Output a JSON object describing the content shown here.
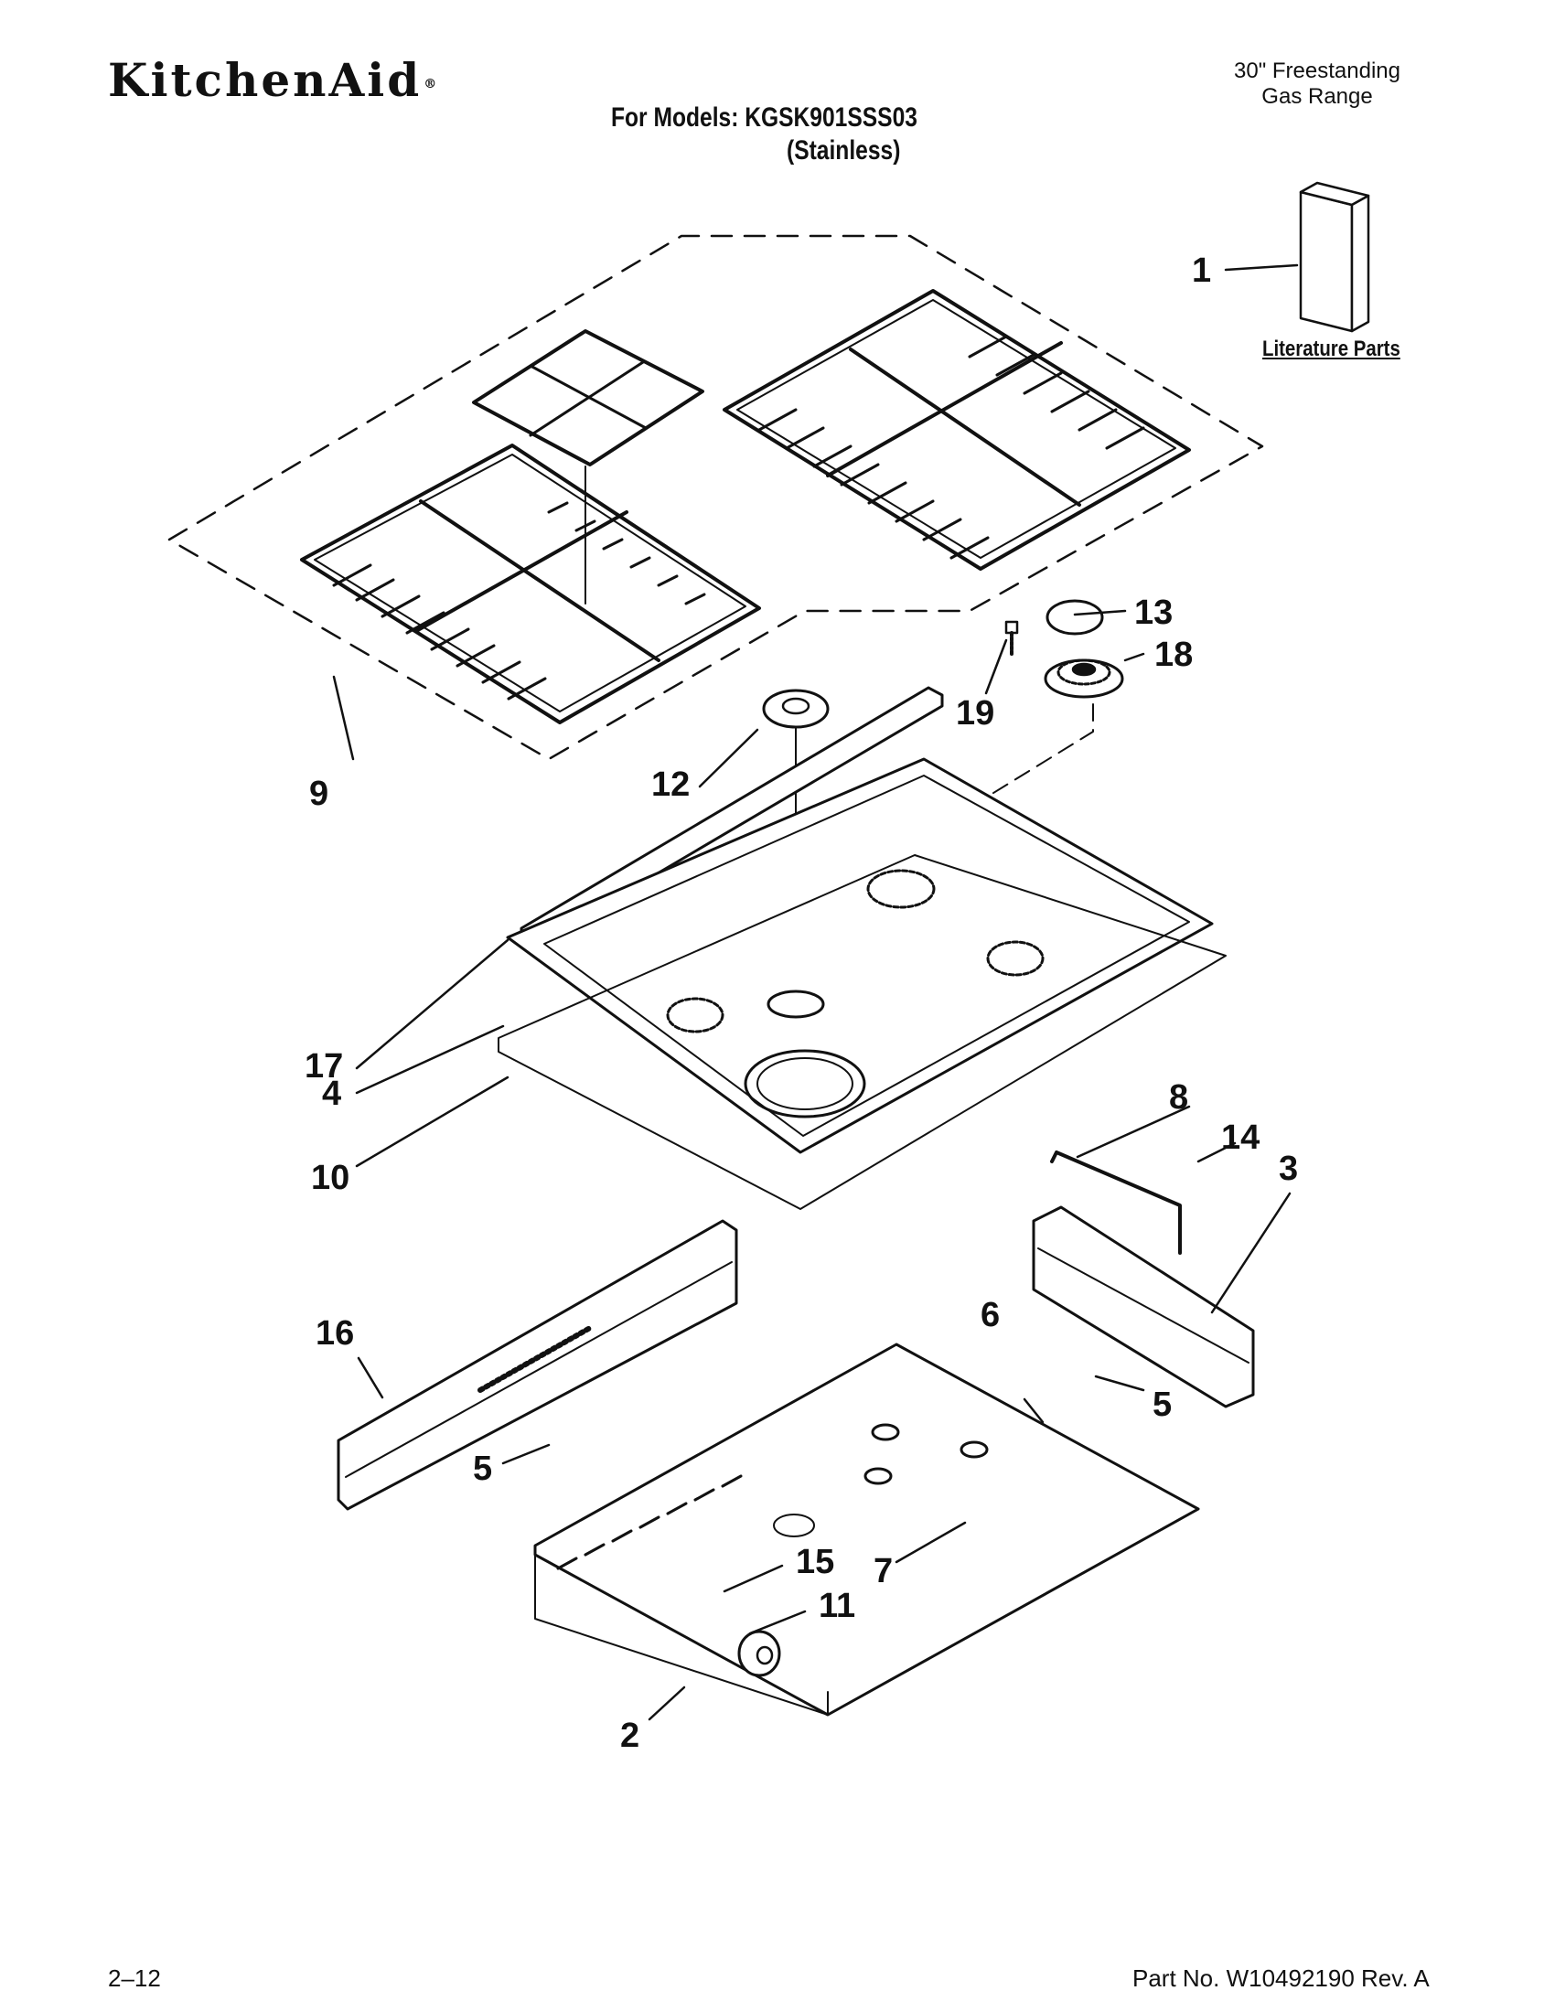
{
  "header": {
    "brand": "KitchenAid",
    "models_line": "For Models: KGSK901SSS03",
    "variant": "(Stainless)",
    "product_line1": "30\" Freestanding",
    "product_line2": "Gas Range"
  },
  "literature_label": "Literature Parts",
  "footer": {
    "page_number": "2–12",
    "part_number": "Part No. W10492190 Rev. A"
  },
  "callouts": [
    "1",
    "2",
    "3",
    "4",
    "5",
    "5",
    "6",
    "7",
    "8",
    "9",
    "10",
    "11",
    "12",
    "13",
    "14",
    "15",
    "16",
    "17",
    "18",
    "19"
  ]
}
